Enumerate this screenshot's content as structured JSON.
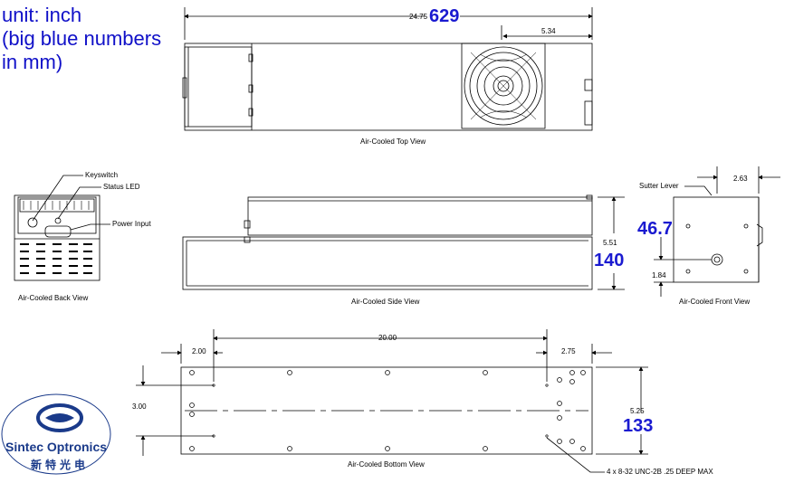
{
  "unit_note": {
    "line1": "unit: inch",
    "line2": "(big blue numbers",
    "line3": "in mm)"
  },
  "top_view": {
    "caption": "Air-Cooled Top View",
    "length_in": "24.75",
    "length_mm": "629",
    "fan_offset_in": "5.34"
  },
  "back_view": {
    "caption": "Air-Cooled Back View",
    "keyswitch": "Keyswitch",
    "status_led": "Status LED",
    "power_input": "Power Input"
  },
  "side_view": {
    "caption": "Air-Cooled Side View",
    "height_in": "5.51",
    "height_mm": "140"
  },
  "front_view": {
    "caption": "Air-Cooled Front View",
    "shutter_lever": "Sutter Lever",
    "width_in": "2.63",
    "aperture_height_in": "1.84",
    "aperture_height_mm": "46.7"
  },
  "bottom_view": {
    "caption": "Air-Cooled Bottom View",
    "left_offset_in": "2.00",
    "hole_span_in": "20.00",
    "right_offset_in": "2.75",
    "hole_row_spacing_in": "3.00",
    "width_in": "5.25",
    "width_mm": "133",
    "thread_note": "4 x 8-32 UNC-2B .25 DEEP MAX"
  },
  "logo": {
    "name": "Sintec Optronics",
    "chinese": "新特光电",
    "colors": {
      "primary": "#1a3a8a",
      "accent": "#1a1ad0"
    }
  }
}
